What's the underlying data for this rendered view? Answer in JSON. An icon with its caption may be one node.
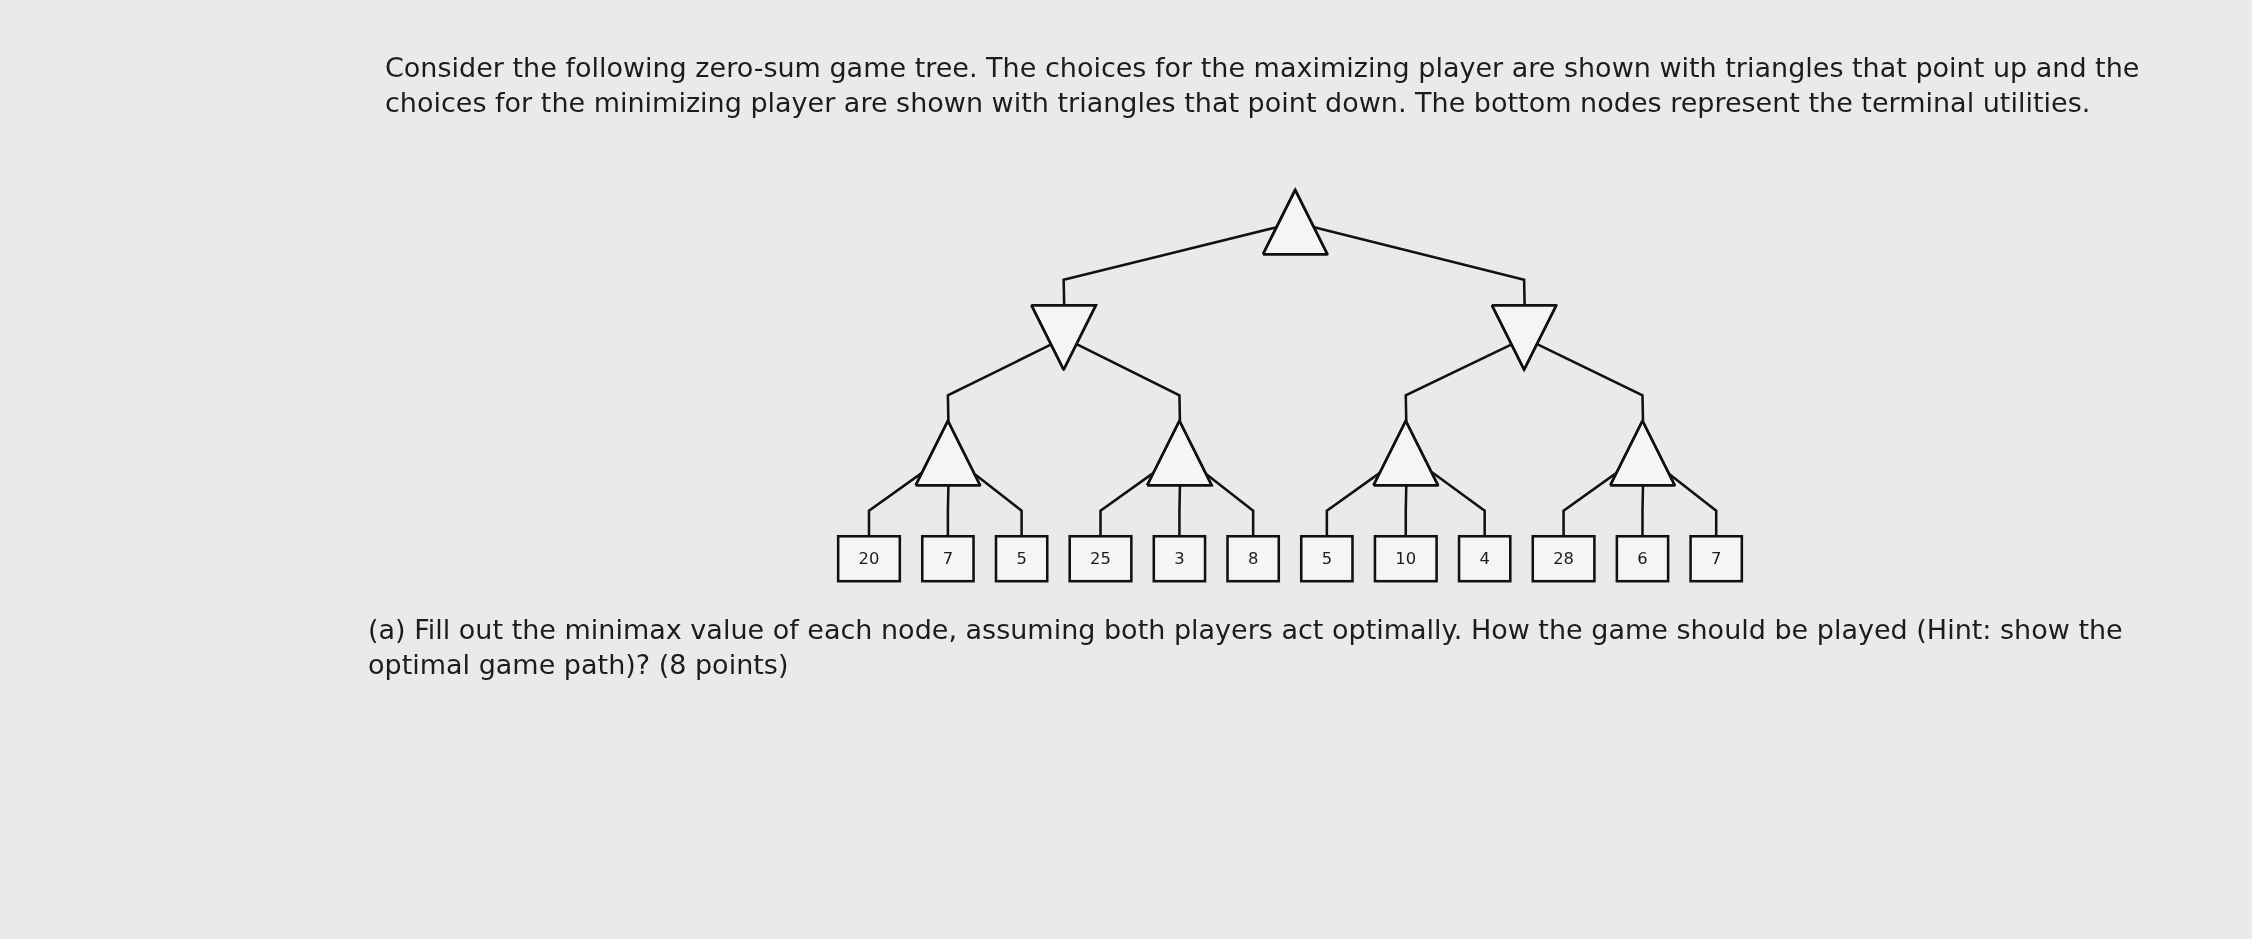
{
  "diagram": {
    "nodes": [
      {
        "text": [],
        "shape": "triangle"
      },
      {
        "text": [],
        "shape": "inverted-triangle"
      },
      {
        "text": [],
        "shape": "inverted-triangle"
      },
      {
        "text": [],
        "shape": "triangle"
      },
      {
        "text": [],
        "shape": "triangle"
      },
      {
        "text": [],
        "shape": "triangle"
      },
      {
        "text": [],
        "shape": "triangle"
      },
      {
        "text": [
          "20"
        ]
      },
      {
        "text": [
          "7"
        ]
      },
      {
        "text": [
          "5"
        ]
      },
      {
        "text": [
          "25"
        ]
      },
      {
        "text": [
          "3"
        ]
      },
      {
        "text": [
          "8"
        ]
      },
      {
        "text": [
          "5"
        ]
      },
      {
        "text": [
          "10"
        ]
      },
      {
        "text": [
          "4"
        ]
      },
      {
        "text": [
          "28"
        ]
      },
      {
        "text": [
          "6"
        ]
      },
      {
        "text": [
          "7"
        ]
      }
    ],
    "edges": [
      {
        "from": 0,
        "to": 1,
        "arrow": "none"
      },
      {
        "from": 0,
        "to": 2,
        "arrow": "none"
      },
      {
        "from": 1,
        "to": 3,
        "arrow": "none"
      },
      {
        "from": 1,
        "to": 4,
        "arrow": "none"
      },
      {
        "from": 2,
        "to": 5,
        "arrow": "none"
      },
      {
        "from": 2,
        "to": 6,
        "arrow": "none"
      },
      {
        "from": 3,
        "to": 7,
        "arrow": "none"
      },
      {
        "from": 3,
        "to": 8,
        "arrow": "none"
      },
      {
        "from": 3,
        "to": 9,
        "arrow": "none"
      },
      {
        "from": 4,
        "to": 10,
        "arrow": "none"
      },
      {
        "from": 4,
        "to": 11,
        "arrow": "none"
      },
      {
        "from": 4,
        "to": 12,
        "arrow": "none"
      },
      {
        "from": 5,
        "to": 13,
        "arrow": "none"
      },
      {
        "from": 5,
        "to": 14,
        "arrow": "none"
      },
      {
        "from": 5,
        "to": 15,
        "arrow": "none"
      },
      {
        "from": 6,
        "to": 16,
        "arrow": "none"
      },
      {
        "from": 6,
        "to": 17,
        "arrow": "none"
      },
      {
        "from": 6,
        "to": 18,
        "arrow": "none"
      }
    ],
    "labels": [
      "Consider the following zero-sum game tree. The choices for the maximizing player are shown with triangles that point up and the choices for the minimizing player are shown with triangles that point down. The bottom nodes represent the terminal utilities.",
      "(a) Fill out the minimax value of each node, assuming both players act optimally. How the game should be played (Hint: show the optimal game path)? (8 points)"
    ]
  }
}
